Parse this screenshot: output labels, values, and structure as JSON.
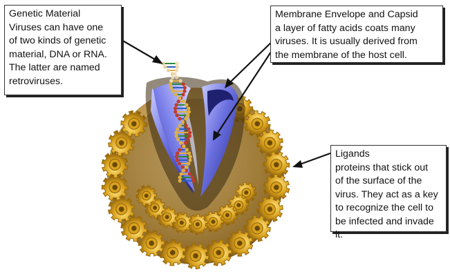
{
  "callouts": {
    "genetic": {
      "title": "Genetic Material",
      "body": "Viruses can have one\nof two kinds of genetic\nmaterial, DNA or RNA.\nThe latter are named\nretroviruses."
    },
    "membrane": {
      "title": "Membrane Envelope and Capsid",
      "body": "a layer of fatty acids coats many\nviruses. It is usually derived from\nthe membrane of the host cell."
    },
    "ligands": {
      "title": "Ligands",
      "body": "proteins that stick out\nof the surface of the\nvirus. They act as a key\nto recognize the cell to\nbe infected and invade it."
    }
  },
  "colors": {
    "ligand_gold": "#d9a21e",
    "ligand_dark": "#9a6b0c",
    "capsid_blue": "#5a5fd6",
    "envelope_tan": "#c9a86a",
    "dna_red": "#c23a2a",
    "dna_gold": "#e0b040"
  }
}
